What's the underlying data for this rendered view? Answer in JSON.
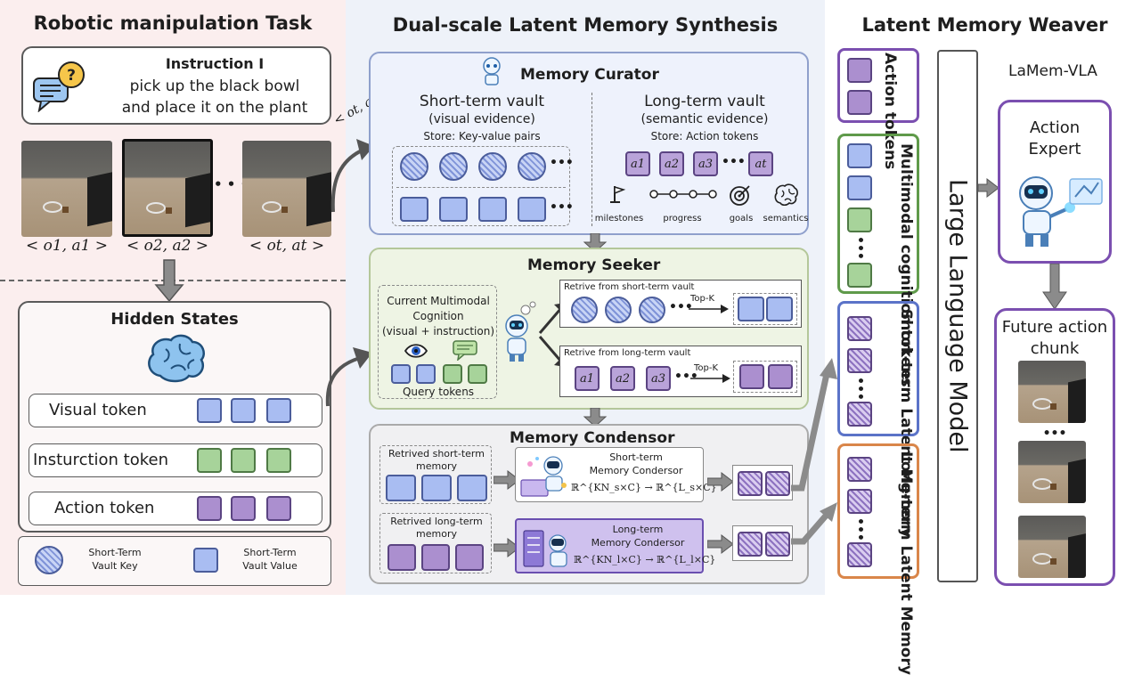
{
  "left": {
    "title": "Robotic manipulation Task",
    "instruction_title": "Instruction I",
    "instruction_text": [
      "pick up the black bowl",
      "and  place it on the plant"
    ],
    "frame_labels": [
      "< o1, a1 >",
      "< o2, a2 >",
      "< ot, at >"
    ],
    "ellipsis": "• • •",
    "hidden_states_title": "Hidden States",
    "token_rows": [
      "Visual token",
      "Insturction token",
      "Action token"
    ],
    "legend_key": [
      "Short-Term",
      "Vault Key"
    ],
    "legend_value": [
      "Short-Term",
      "Vault Value"
    ]
  },
  "middle": {
    "title": "Dual-scale Latent Memory Synthesis",
    "edge_label": "< ot, at >",
    "curator": {
      "title": "Memory Curator",
      "short_title": "Short-term vault",
      "short_sub": "(visual evidence)",
      "short_store": "Store: Key-value pairs",
      "long_title": "Long-term vault",
      "long_sub": "(semantic evidence)",
      "long_store": "Store: Action tokens",
      "action_tokens": [
        "a1",
        "a2",
        "a3",
        "at"
      ],
      "ellipsis": "•••",
      "icons": [
        "milestones",
        "progress",
        "goals",
        "semantics"
      ]
    },
    "seeker": {
      "title": "Memory Seeker",
      "cognition": [
        "Current Multimodal",
        "Cognition",
        "(visual + instruction)"
      ],
      "query": "Query tokens",
      "short_retrieve": "Retrive from short-term vault",
      "long_retrieve": "Retrive from long-term vault",
      "topk": "Top-K",
      "long_tokens": [
        "a1",
        "a2",
        "a3"
      ],
      "ellipsis": "•••"
    },
    "condensor": {
      "title": "Memory Condensor",
      "short_in": [
        "Retrived  short-term",
        "memory"
      ],
      "long_in": [
        "Retrived  long-term",
        "memory"
      ],
      "short_box": [
        "Short-term",
        "Memory Condersor"
      ],
      "long_box": [
        "Long-term",
        "Memory Condersor"
      ],
      "short_formula": "ℝ^{KN_s×C} → ℝ^{L_s×C}",
      "long_formula": "ℝ^{KN_l×C} → ℝ^{L_l×C}"
    }
  },
  "right": {
    "title": "Latent Memory Weaver",
    "action_tokens": "Action tokens",
    "cognition_tokens": [
      "Multimodal",
      "cognition tokens"
    ],
    "short_memory": [
      "Short-term",
      "Latent Memory"
    ],
    "long_memory": [
      "Long-term",
      "Latent Memory"
    ],
    "llm": "Large Language Model",
    "model_name": "LaMem-VLA",
    "action_expert": [
      "Action",
      "Expert"
    ],
    "future_chunk": [
      "Future action",
      "chunk"
    ],
    "ellipsis": "•••"
  },
  "colors": {
    "left_bg": "#fbeeee",
    "mid_bg": "#eef2f9",
    "blue_token": "#a9bdf2",
    "green_token": "#a7d39a",
    "purple_token": "#ab8fcf",
    "purple_border": "#7b4fb0",
    "green_border": "#5f9a4a",
    "blue_border": "#5b73c8",
    "orange_border": "#d9864a"
  }
}
